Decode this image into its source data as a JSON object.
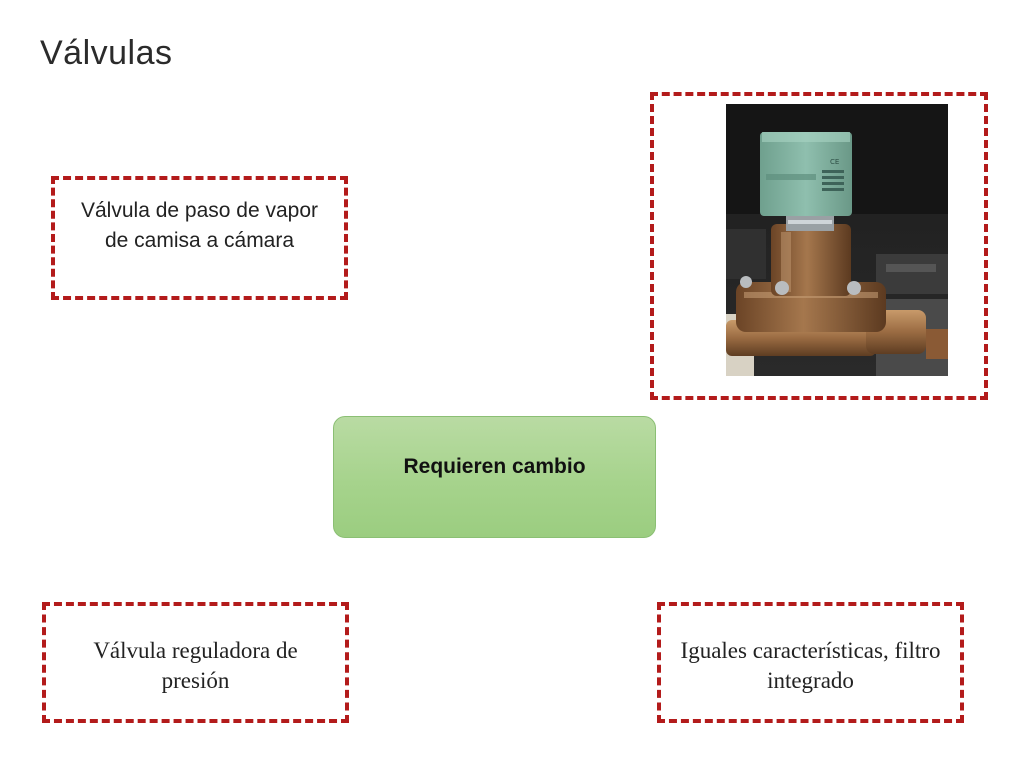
{
  "slide": {
    "title": "Válvulas"
  },
  "boxes": {
    "top_left": "Válvula de paso de vapor de camisa a cámara",
    "bottom_left": "Válvula reguladora de presión",
    "bottom_right": "Iguales características, filtro integrado"
  },
  "center": {
    "label": "Requieren cambio"
  },
  "photo": {
    "icon": "solenoid-valve-photo"
  },
  "colors": {
    "dashed_border": "#b31b1b",
    "center_fill": "#a6d38c",
    "title_text": "#2b2b2b"
  }
}
